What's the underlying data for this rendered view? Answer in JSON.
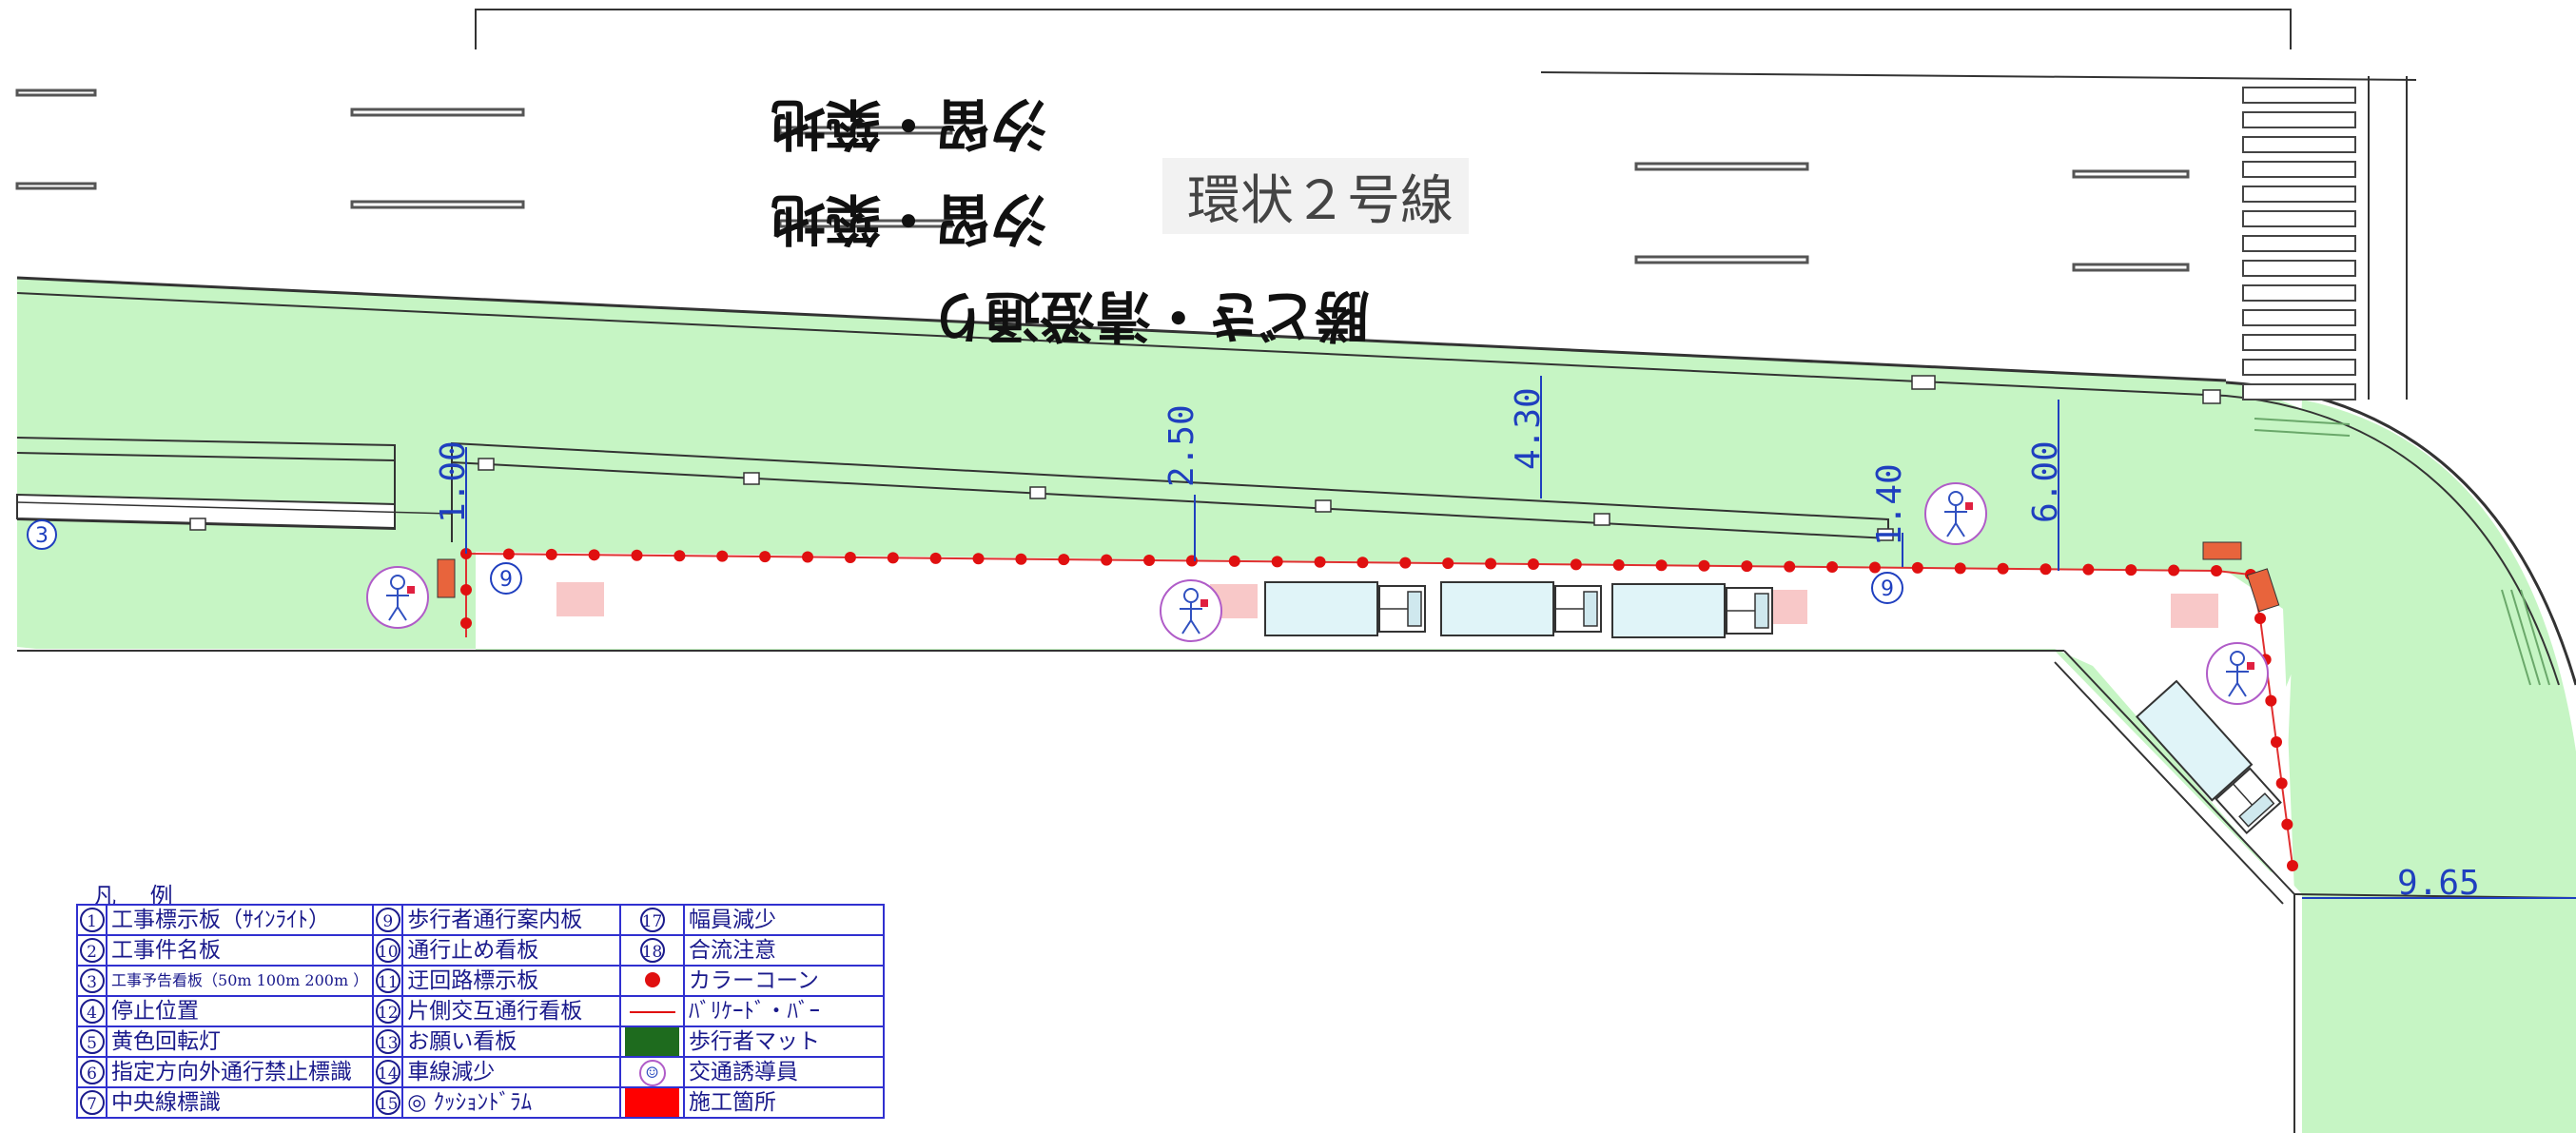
{
  "road_markings": {
    "line1": "汐留・築地",
    "line2": "汐留・築地",
    "line3": "勝どき・清澄通り"
  },
  "road_name": "環状２号線",
  "dimensions": {
    "d1": "1.00",
    "d2": "2.50",
    "d3": "4.30",
    "d4": "1.40",
    "d5": "6.00",
    "d6": "9.65"
  },
  "markers": {
    "m3": "3",
    "m9a": "9",
    "m9b": "9"
  },
  "colors": {
    "sidewalk": "#c6f5c4",
    "cone": "#e01010",
    "sign_orange": "#e8643c",
    "blue_annotation": "#1f3fbf",
    "work_area_pink": "#f8c8c8",
    "pedestrian_mat": "#1e6b1e",
    "construction_red": "#ff0000"
  },
  "legend": {
    "title": "凡 例",
    "rows": [
      [
        {
          "n": "1",
          "t": "工事標示板（ｻｲﾝﾗｲﾄ）"
        },
        {
          "n": "9",
          "t": "歩行者通行案内板"
        },
        {
          "n": "17",
          "t": "幅員減少"
        }
      ],
      [
        {
          "n": "2",
          "t": "工事件名板"
        },
        {
          "n": "10",
          "t": "通行止め看板"
        },
        {
          "n": "18",
          "t": "合流注意"
        }
      ],
      [
        {
          "n": "3",
          "t": "工事予告看板（50m 100m 200m ）"
        },
        {
          "n": "11",
          "t": "迂回路標示板"
        },
        {
          "sym": "cone-icon",
          "t": "カラーコーン"
        }
      ],
      [
        {
          "n": "4",
          "t": "停止位置"
        },
        {
          "n": "12",
          "t": "片側交互通行看板"
        },
        {
          "sym": "barricade-bar-icon",
          "t": "ﾊﾞﾘｹｰﾄﾞ・ﾊﾞｰ"
        }
      ],
      [
        {
          "n": "5",
          "t": "黄色回転灯"
        },
        {
          "n": "13",
          "t": "お願い看板"
        },
        {
          "sym": "pedestrian-mat-swatch",
          "t": "歩行者マット"
        }
      ],
      [
        {
          "n": "6",
          "t": "指定方向外通行禁止標識"
        },
        {
          "n": "14",
          "t": "車線減少"
        },
        {
          "sym": "traffic-guard-icon",
          "t": "交通誘導員"
        }
      ],
      [
        {
          "n": "7",
          "t": "中央線標識"
        },
        {
          "n": "15",
          "t": "◎ ｸｯｼｮﾝﾄﾞﾗﾑ"
        },
        {
          "sym": "construction-area-swatch",
          "t": "施工箇所"
        }
      ]
    ]
  }
}
